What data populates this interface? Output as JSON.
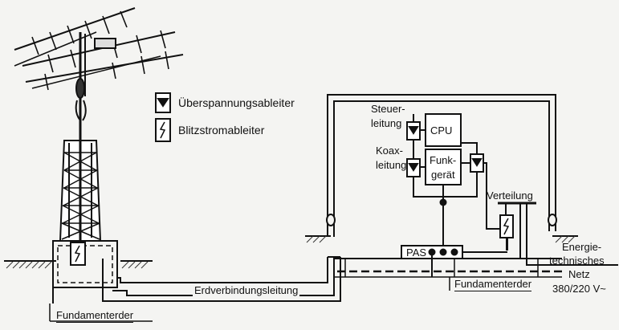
{
  "legend": {
    "surge_arrester": "Überspannungsableiter",
    "lightning_arrester": "Blitzstromableiter"
  },
  "labels": {
    "control_line": "Steuer-\nleitung",
    "control_line_1": "Steuer-",
    "control_line_2": "leitung",
    "coax_line_1": "Koax-",
    "coax_line_2": "leitung",
    "cpu": "CPU",
    "radio_1": "Funk-",
    "radio_2": "gerät",
    "distribution": "Verteilung",
    "pas": "PAS",
    "ground_connection": "Erdverbindungsleitung",
    "foundation_earth_right": "Fundamenterder",
    "foundation_earth_left": "Fundamenterder",
    "grid_1": "Energie-",
    "grid_2": "technisches",
    "grid_3": "Netz",
    "grid_4": "380/220 V~"
  },
  "colors": {
    "ink": "#111111",
    "paper": "#f4f4f2",
    "ground_hatch": "#333333"
  }
}
